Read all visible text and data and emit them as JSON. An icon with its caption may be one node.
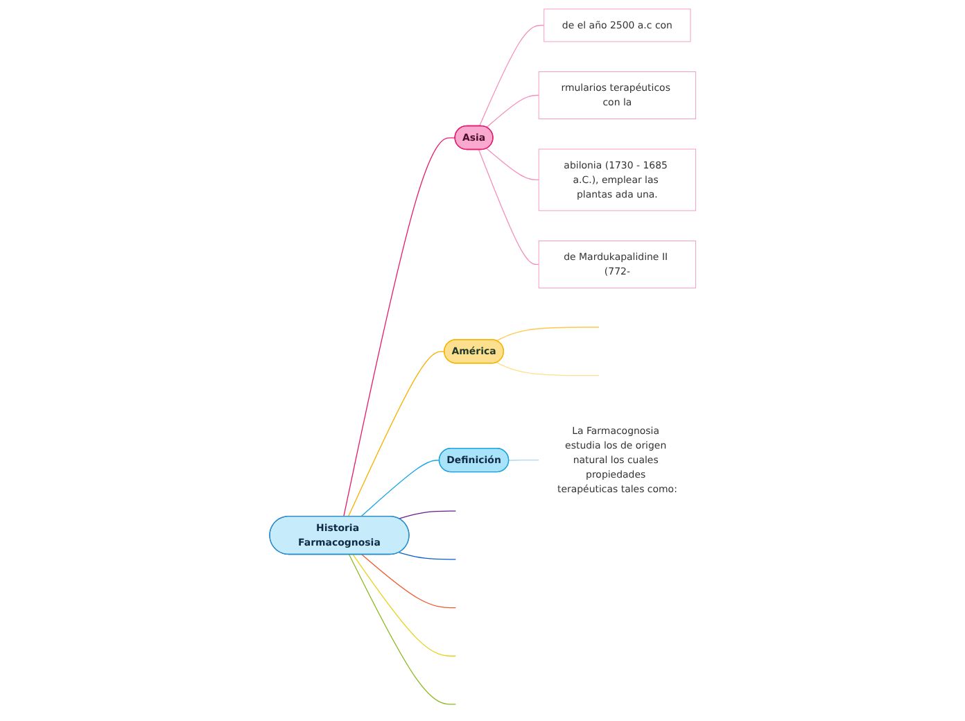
{
  "diagram": {
    "nodes": [
      {
        "text": [
          "Historia Farmacognosia"
        ]
      },
      {
        "text": [
          "Asia"
        ]
      },
      {
        "text": [
          "América"
        ]
      },
      {
        "text": [
          "Definición"
        ]
      },
      {
        "text": [
          "de el año 2500 a.c con"
        ]
      },
      {
        "text": [
          "rmularios terapéuticos con la"
        ]
      },
      {
        "text": [
          "abilonia (1730 - 1685 a.C.), emplear las plantas ada una."
        ]
      },
      {
        "text": [
          "de Mardukapalidine II (772-"
        ]
      },
      {
        "text": [
          "La Farmacognosia estudia los de origen natural los cuales propiedades terapéuticas tales como:"
        ]
      }
    ],
    "edges": [
      {
        "from": 0,
        "to": null,
        "arrow": "none",
        "color": "#6a1b8a"
      },
      {
        "from": 0,
        "to": null,
        "arrow": "none",
        "color": "#0b5fce"
      },
      {
        "from": 0,
        "to": null,
        "arrow": "none",
        "color": "#f0592a"
      },
      {
        "from": 0,
        "to": 1,
        "arrow": "none",
        "color": "#e8196a"
      },
      {
        "from": 0,
        "to": 2,
        "arrow": "none",
        "color": "#f9b000"
      },
      {
        "from": 0,
        "to": 3,
        "arrow": "none",
        "color": "#16a5e6"
      },
      {
        "from": 0,
        "to": null,
        "arrow": "none",
        "color": "#e8d21a"
      },
      {
        "from": 0,
        "to": null,
        "arrow": "none",
        "color": "#8cb81f"
      },
      {
        "from": 1,
        "to": 4,
        "arrow": "none",
        "color": "#f48fbf"
      },
      {
        "from": 1,
        "to": 5,
        "arrow": "none",
        "color": "#f48fbf"
      },
      {
        "from": 1,
        "to": 6,
        "arrow": "none",
        "color": "#f48fbf"
      },
      {
        "from": 1,
        "to": 7,
        "arrow": "none",
        "color": "#f48fbf"
      },
      {
        "from": 2,
        "to": null,
        "arrow": "none",
        "color": "#ffc94a"
      },
      {
        "from": 2,
        "to": null,
        "arrow": "none",
        "color": "#ffdf8a"
      },
      {
        "from": 3,
        "to": 8,
        "arrow": "none",
        "color": "#a9d8f0"
      }
    ]
  }
}
